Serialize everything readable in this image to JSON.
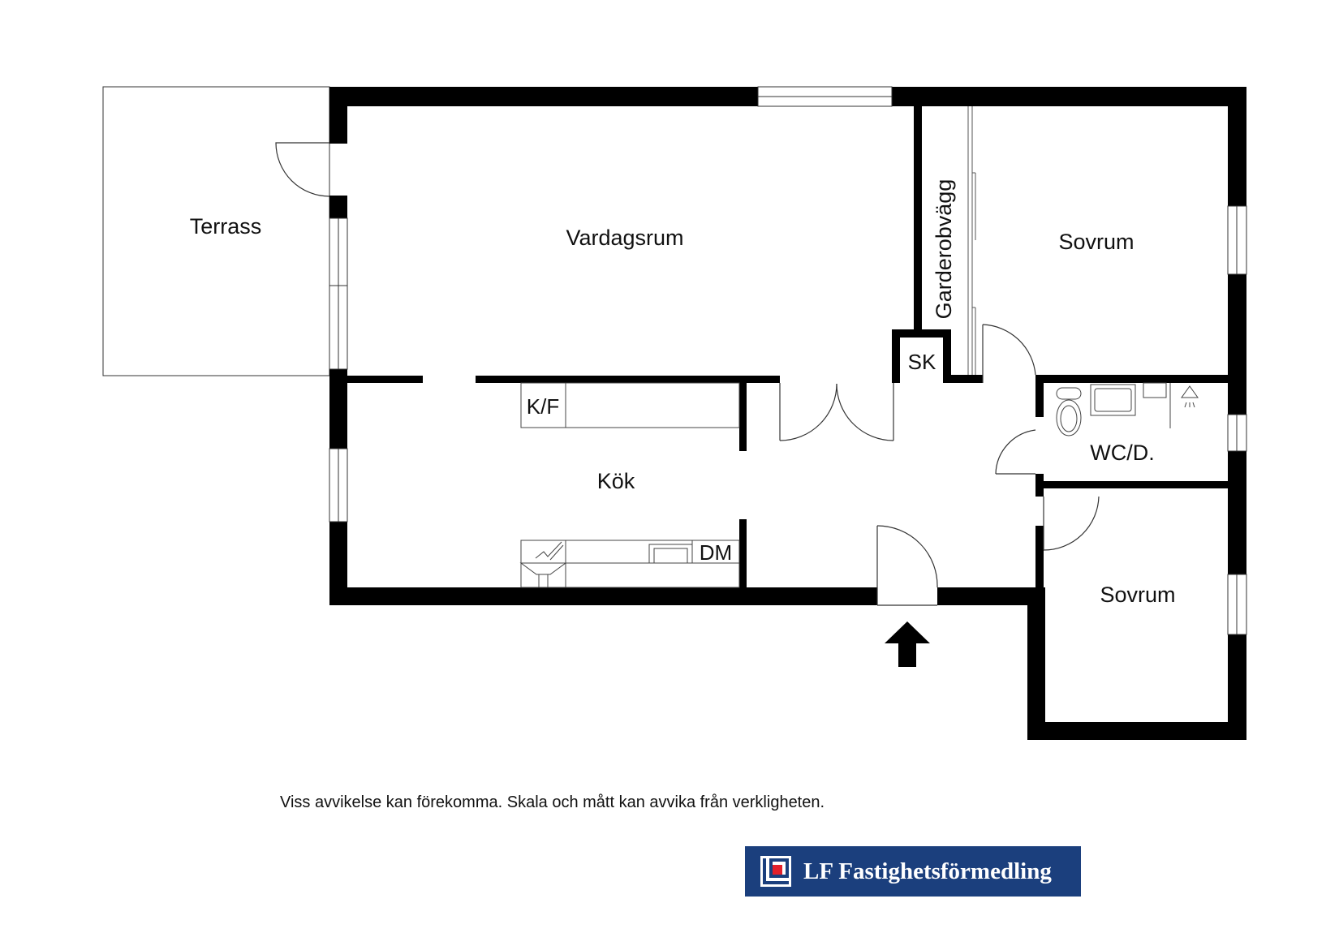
{
  "rooms": {
    "terrace": "Terrass",
    "living_room": "Vardagsrum",
    "wardrobe_wall": "Garderobvägg",
    "bedroom_1": "Sovrum",
    "closet": "SK",
    "kitchen": "Kök",
    "fridge_freezer": "K/F",
    "dishwasher": "DM",
    "wc_shower": "WC/D.",
    "bedroom_2": "Sovrum"
  },
  "disclaimer": "Viss avvikelse kan förekomma. Skala och mått kan avvika från verkligheten.",
  "logo": {
    "text": "LF Fastighetsförmedling"
  },
  "colors": {
    "wall": "#000000",
    "brand": "#1b3f7d",
    "brand_accent": "#e3202a"
  },
  "icons": [
    "entrance-arrow-icon",
    "toilet-icon",
    "sink-icon",
    "shower-icon",
    "stove-icon",
    "kitchen-sink-icon",
    "company-logo-icon"
  ]
}
